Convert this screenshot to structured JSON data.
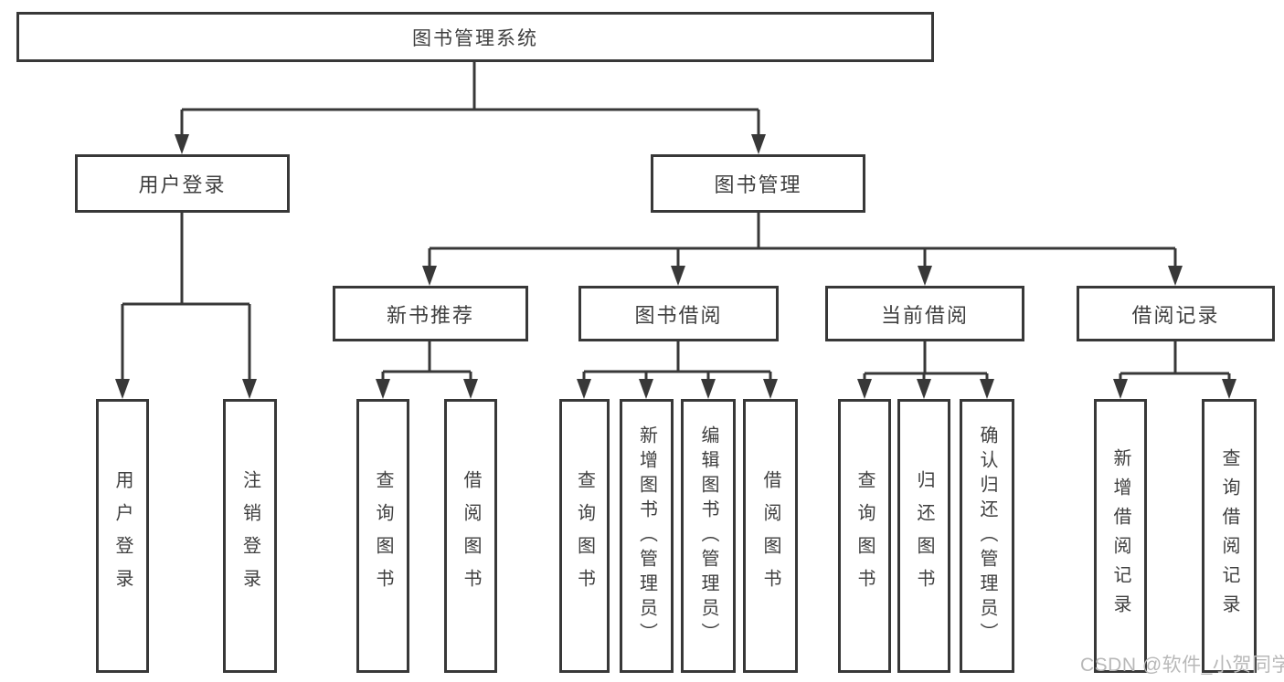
{
  "diagram": {
    "title": "图书管理系统",
    "root": {
      "label": "图书管理系统"
    },
    "branches": [
      {
        "label": "用户登录",
        "children": [
          "用户登录",
          "注销登录"
        ]
      },
      {
        "label": "图书管理",
        "sections": [
          {
            "label": "新书推荐",
            "children": [
              "查询图书",
              "借阅图书"
            ]
          },
          {
            "label": "图书借阅",
            "children": [
              "查询图书",
              "新增图书（管理员）",
              "编辑图书（管理员）",
              "借阅图书"
            ]
          },
          {
            "label": "当前借阅",
            "children": [
              "查询图书",
              "归还图书",
              "确认归还（管理员）"
            ]
          },
          {
            "label": "借阅记录",
            "children": [
              "新增借阅记录",
              "查询借阅记录"
            ]
          }
        ]
      }
    ]
  },
  "watermark": {
    "text": "CSDN @软件_小贺同学"
  },
  "colors": {
    "line": "#383838",
    "node_border": "#383838",
    "node_text": "#3f3f3f",
    "watermark_text": "#b8b8b8",
    "background": "#ffffff"
  }
}
